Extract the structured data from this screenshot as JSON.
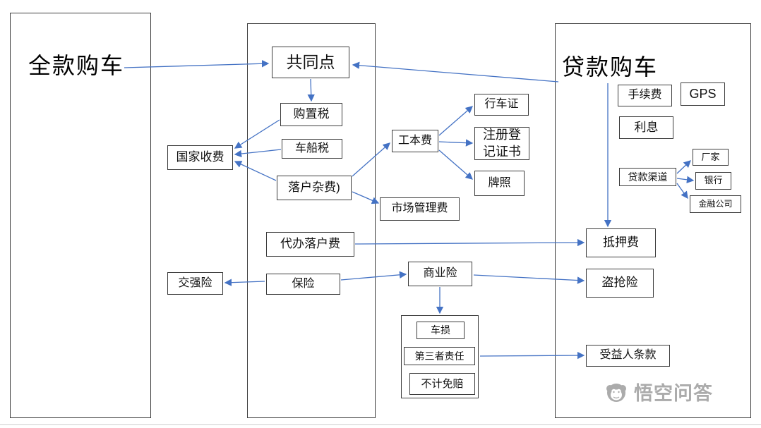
{
  "nodes": {
    "full_payment": "全款购车",
    "loan_purchase": "贷款购车",
    "common_point": "共同点",
    "purchase_tax": "购置税",
    "vehicle_vessel_tax": "车船税",
    "settlement_misc_fee": "落户杂费)",
    "state_fees": "国家收费",
    "agency_settlement_fee": "代办落户费",
    "insurance": "保险",
    "compulsory_insurance": "交强险",
    "document_fee": "工本费",
    "driving_permit": "行车证",
    "registration_certificate": "注册登记证书",
    "license_plate": "牌照",
    "market_management_fee": "市场管理费",
    "commercial_insurance": "商业险",
    "vehicle_damage": "车损",
    "third_party_liability": "第三者责任",
    "no_deductible": "不计免赔",
    "handling_fee": "手续费",
    "gps": "GPS",
    "interest": "利息",
    "loan_channels": "贷款渠道",
    "manufacturer": "厂家",
    "bank": "银行",
    "finance_company": "金融公司",
    "mortgage_fee": "抵押费",
    "theft_insurance": "盗抢险",
    "beneficiary_clause": "受益人条款"
  },
  "watermark": "悟空问答",
  "colors": {
    "arrow": "#4472c4",
    "box_border": "#3c3c3c",
    "watermark": "#ababab"
  }
}
